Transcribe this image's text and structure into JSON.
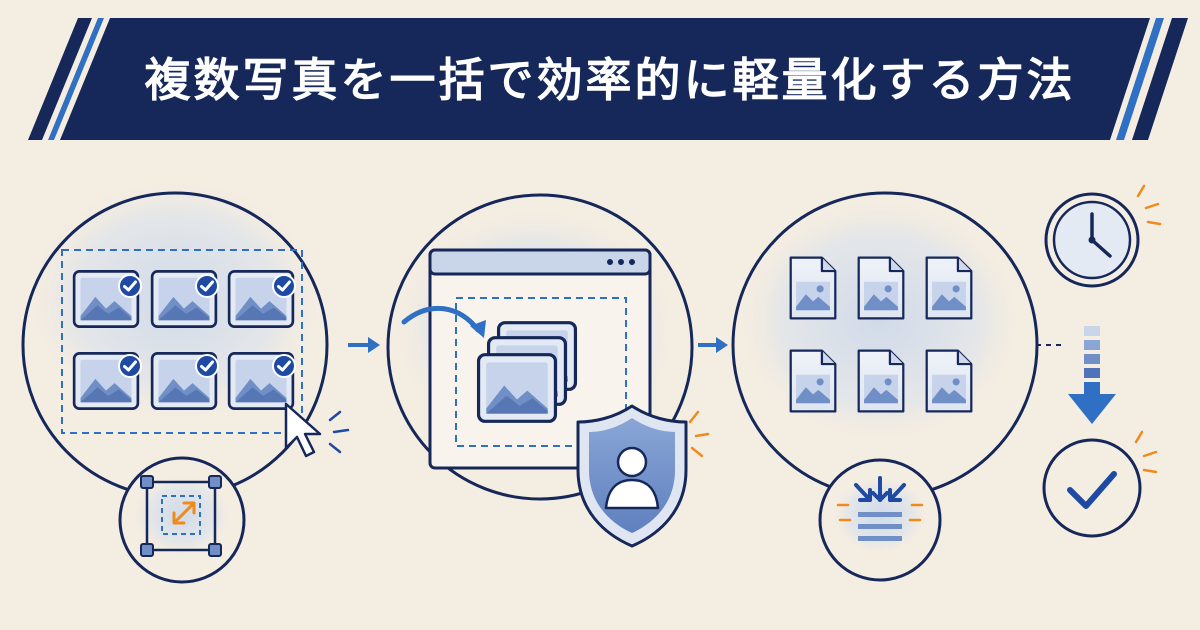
{
  "title": "複数写真を一括で効率的に軽量化する方法",
  "colors": {
    "background": "#f4ede2",
    "navy": "#16285a",
    "blue": "#2f6fc4",
    "lightBlue": "#c9d6ea",
    "midBlue": "#6f8fc6",
    "orange": "#ef8a1c",
    "white": "#ffffff"
  },
  "steps": [
    {
      "name": "select-multiple-photos",
      "icons": [
        "photo-grid-icon",
        "check-badge-icon",
        "cursor-icon",
        "resize-icon"
      ]
    },
    {
      "name": "load-into-browser-tool",
      "icons": [
        "browser-window-icon",
        "photo-stack-icon",
        "curved-arrow-icon",
        "privacy-shield-icon"
      ]
    },
    {
      "name": "compressed-image-files",
      "icons": [
        "image-file-icon",
        "compress-icon"
      ]
    },
    {
      "name": "time-saved-result",
      "icons": [
        "clock-icon",
        "down-arrow-icon",
        "checkmark-icon"
      ]
    }
  ],
  "photo_grid": {
    "rows": 2,
    "cols": 3,
    "all_checked": true
  },
  "file_grid": {
    "rows": 2,
    "cols": 3
  }
}
